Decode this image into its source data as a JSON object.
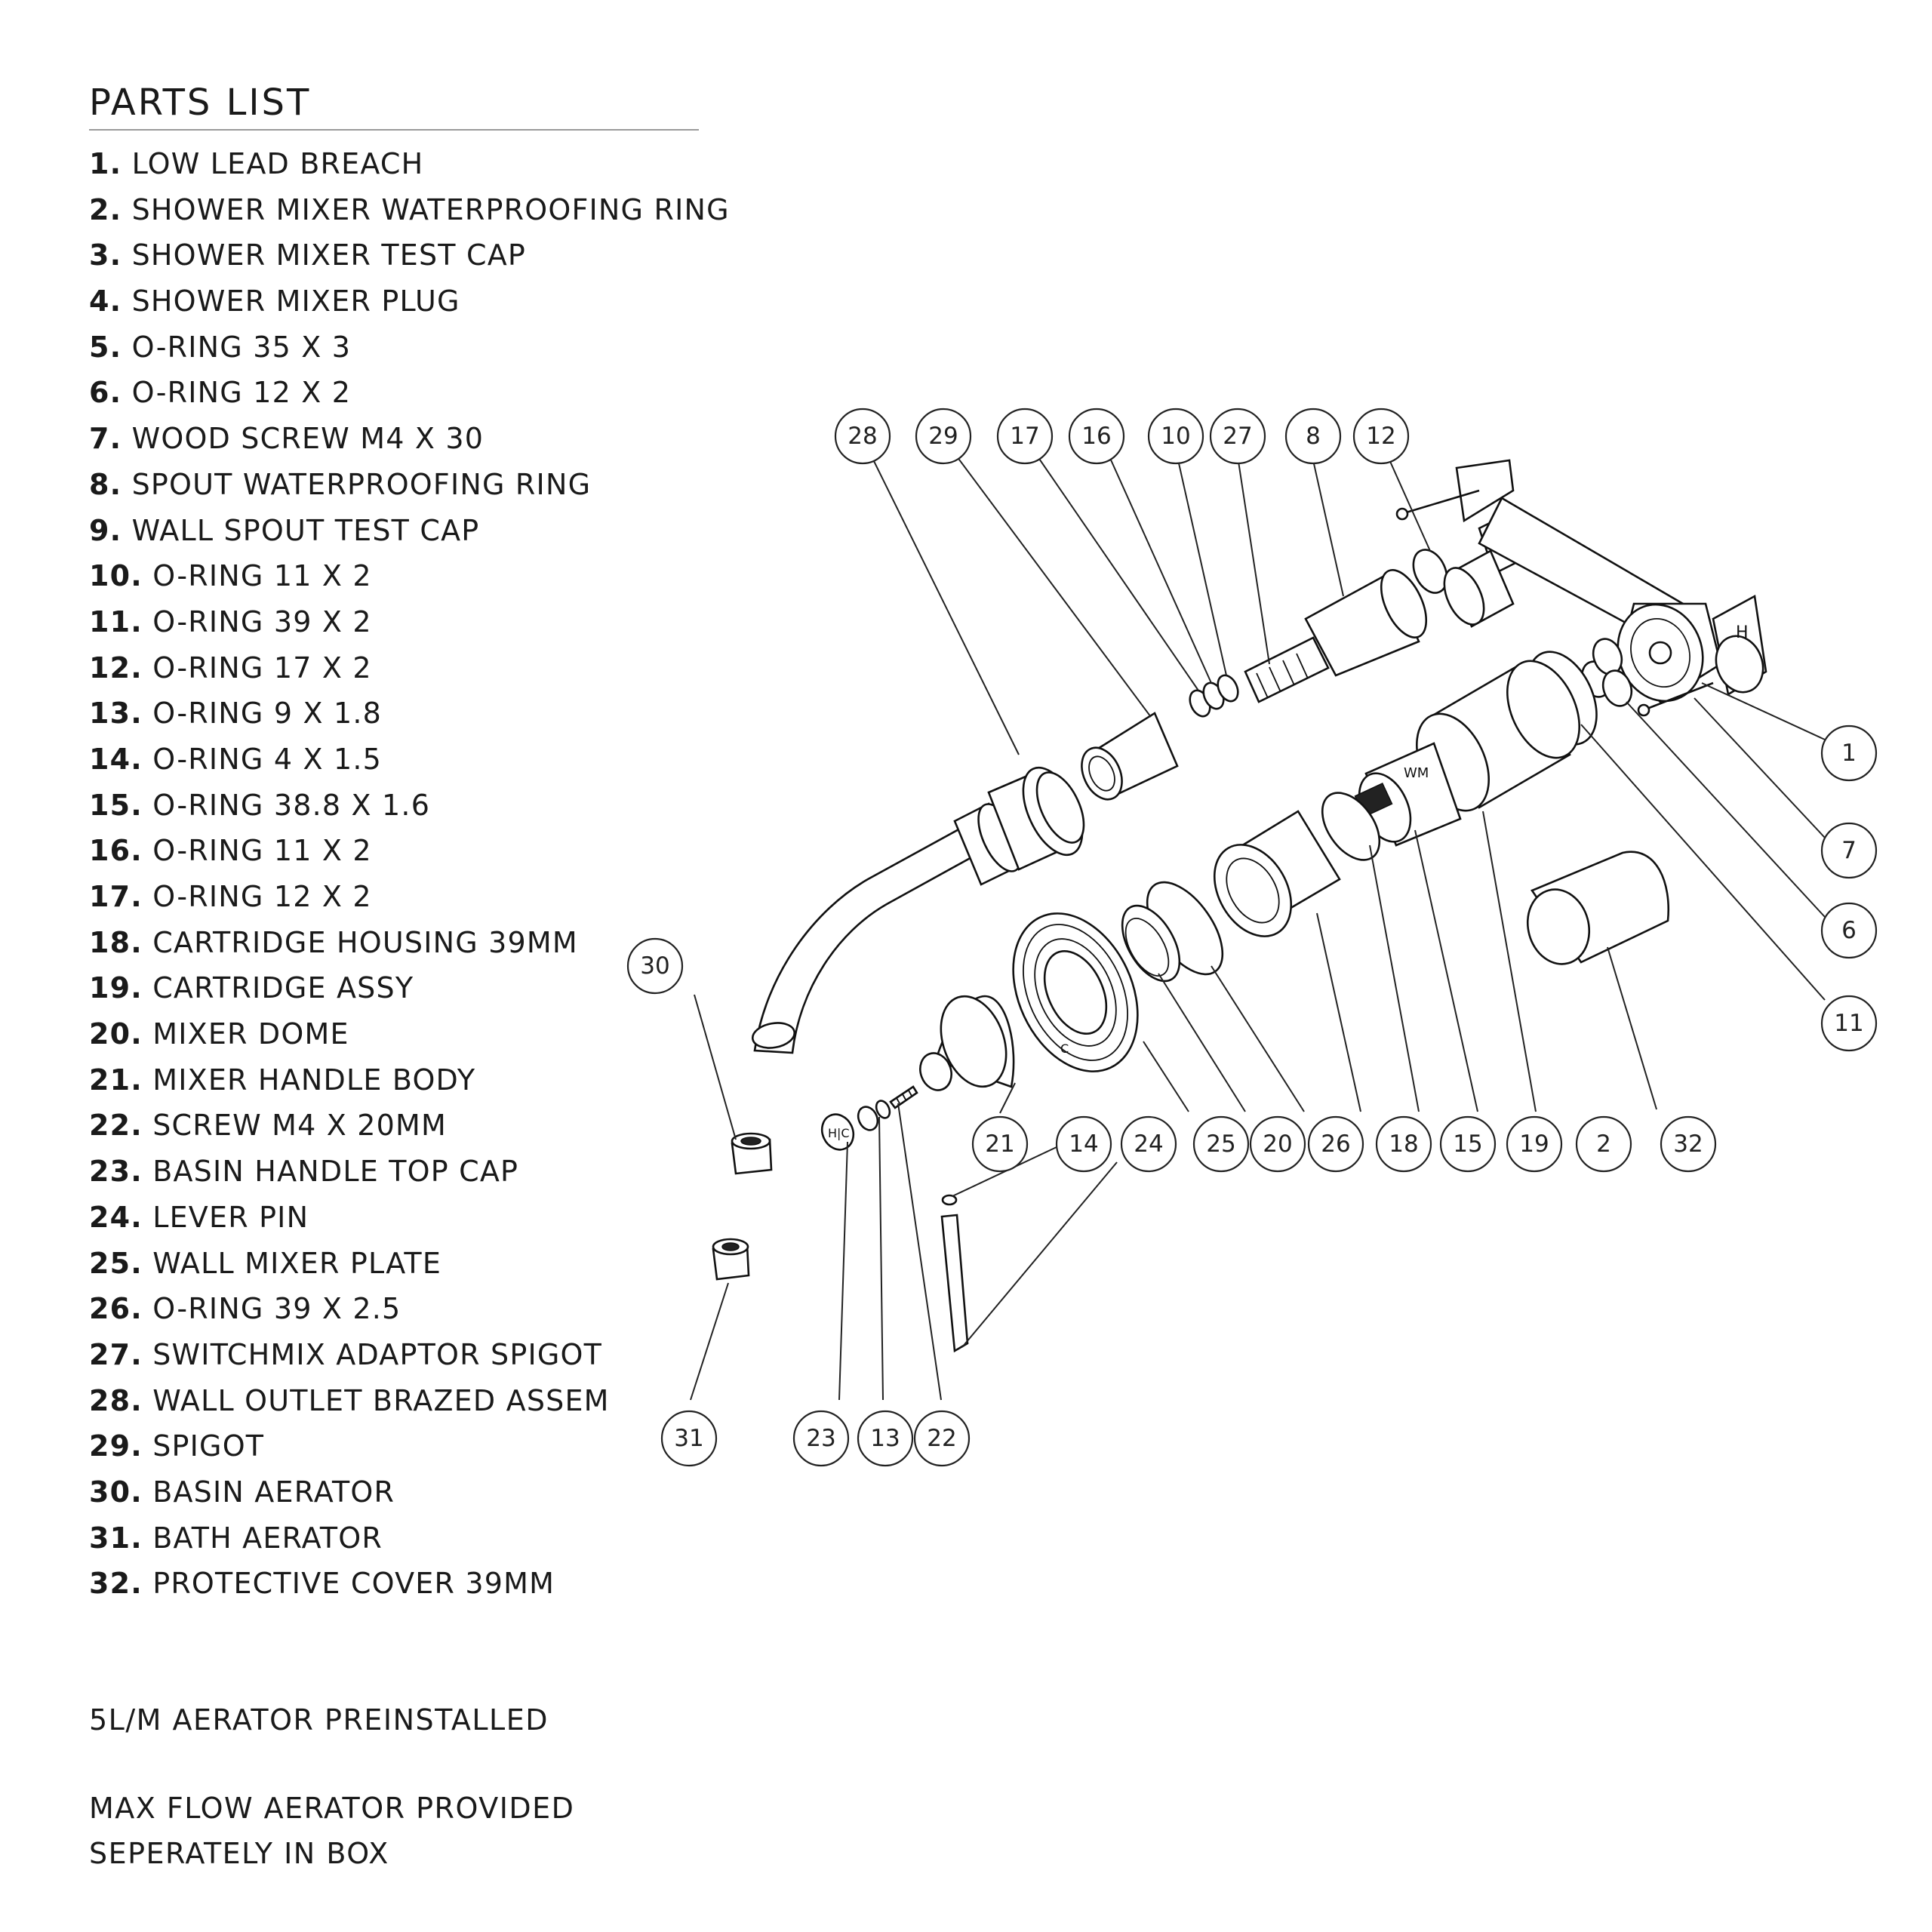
{
  "parts_list": {
    "title": "PARTS LIST",
    "items": [
      {
        "num": "1.",
        "label": "LOW LEAD BREACH"
      },
      {
        "num": "2.",
        "label": "SHOWER MIXER WATERPROOFING RING"
      },
      {
        "num": "3.",
        "label": "SHOWER MIXER TEST CAP"
      },
      {
        "num": "4.",
        "label": "SHOWER MIXER PLUG"
      },
      {
        "num": "5.",
        "label": "O-RING 35 X 3"
      },
      {
        "num": "6.",
        "label": "O-RING 12 X 2"
      },
      {
        "num": "7.",
        "label": "WOOD SCREW M4 X 30"
      },
      {
        "num": "8.",
        "label": "SPOUT WATERPROOFING RING"
      },
      {
        "num": "9.",
        "label": "WALL SPOUT TEST CAP"
      },
      {
        "num": "10.",
        "label": "O-RING 11 X 2"
      },
      {
        "num": "11.",
        "label": "O-RING 39 X 2"
      },
      {
        "num": "12.",
        "label": "O-RING 17 X 2"
      },
      {
        "num": "13.",
        "label": "O-RING 9 X 1.8"
      },
      {
        "num": "14.",
        "label": "O-RING 4 X 1.5"
      },
      {
        "num": "15.",
        "label": "O-RING 38.8 X 1.6"
      },
      {
        "num": "16.",
        "label": "O-RING 11 X 2"
      },
      {
        "num": "17.",
        "label": "O-RING 12 X 2"
      },
      {
        "num": "18.",
        "label": "CARTRIDGE HOUSING 39MM"
      },
      {
        "num": "19.",
        "label": "CARTRIDGE ASSY"
      },
      {
        "num": "20.",
        "label": "MIXER DOME"
      },
      {
        "num": "21.",
        "label": "MIXER HANDLE BODY"
      },
      {
        "num": "22.",
        "label": "SCREW M4 X 20MM"
      },
      {
        "num": "23.",
        "label": "BASIN HANDLE TOP CAP"
      },
      {
        "num": "24.",
        "label": "LEVER PIN"
      },
      {
        "num": "25.",
        "label": "WALL MIXER PLATE"
      },
      {
        "num": "26.",
        "label": "O-RING 39 X 2.5"
      },
      {
        "num": "27.",
        "label": "SWITCHMIX ADAPTOR SPIGOT"
      },
      {
        "num": "28.",
        "label": "WALL OUTLET BRAZED ASSEM"
      },
      {
        "num": "29.",
        "label": "SPIGOT"
      },
      {
        "num": "30.",
        "label": "BASIN AERATOR"
      },
      {
        "num": "31.",
        "label": "BATH AERATOR"
      },
      {
        "num": "32.",
        "label": "PROTECTIVE COVER 39MM"
      }
    ]
  },
  "notes": {
    "preinstalled": "5L/M AERATOR PREINSTALLED",
    "max_flow_line1": "MAX FLOW AERATOR PROVIDED",
    "max_flow_line2": "SEPERATELY IN BOX"
  },
  "callouts": {
    "c28": "28",
    "c29": "29",
    "c17": "17",
    "c16": "16",
    "c10": "10",
    "c27": "27",
    "c8": "8",
    "c12": "12",
    "c1": "1",
    "c7": "7",
    "c6": "6",
    "c11": "11",
    "c30": "30",
    "c21": "21",
    "c14": "14",
    "c24": "24",
    "c25": "25",
    "c20": "20",
    "c26": "26",
    "c18": "18",
    "c15": "15",
    "c19": "19",
    "c2": "2",
    "c32": "32",
    "c31": "31",
    "c23": "23",
    "c13": "13",
    "c22": "22"
  },
  "decals": {
    "cartridge_brand": "WM",
    "handle_cap_mark": "H|C",
    "body_mark": "H",
    "plate_mark": "C"
  }
}
